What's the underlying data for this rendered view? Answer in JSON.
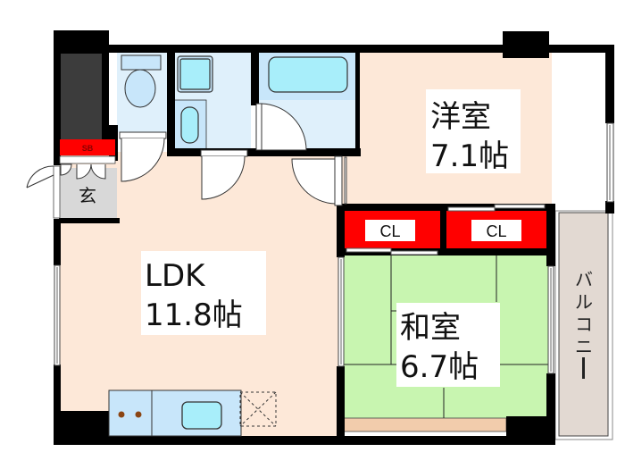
{
  "rooms": {
    "western": {
      "name": "洋室",
      "size": "7.1帖"
    },
    "ldk": {
      "name": "LDK",
      "size": "11.8帖"
    },
    "japanese": {
      "name": "和室",
      "size": "6.7帖"
    },
    "genkan": {
      "name": "玄"
    },
    "shoe_box": {
      "name": "SB"
    },
    "closet_left": {
      "name": "CL"
    },
    "closet_right": {
      "name": "CL"
    },
    "balcony": {
      "name": [
        "バ",
        "ル",
        "コ",
        "ニ",
        "ー"
      ]
    }
  },
  "colors": {
    "wall": "#000000",
    "floor_wood": "#fde8d8",
    "tatami": "#c8f5b0",
    "wet_area": "#dff0fb",
    "fixture": "#a8eefa",
    "closet": "#ff0000",
    "balcony": "#e2d9d2",
    "genkan": "#d8d8d8"
  }
}
